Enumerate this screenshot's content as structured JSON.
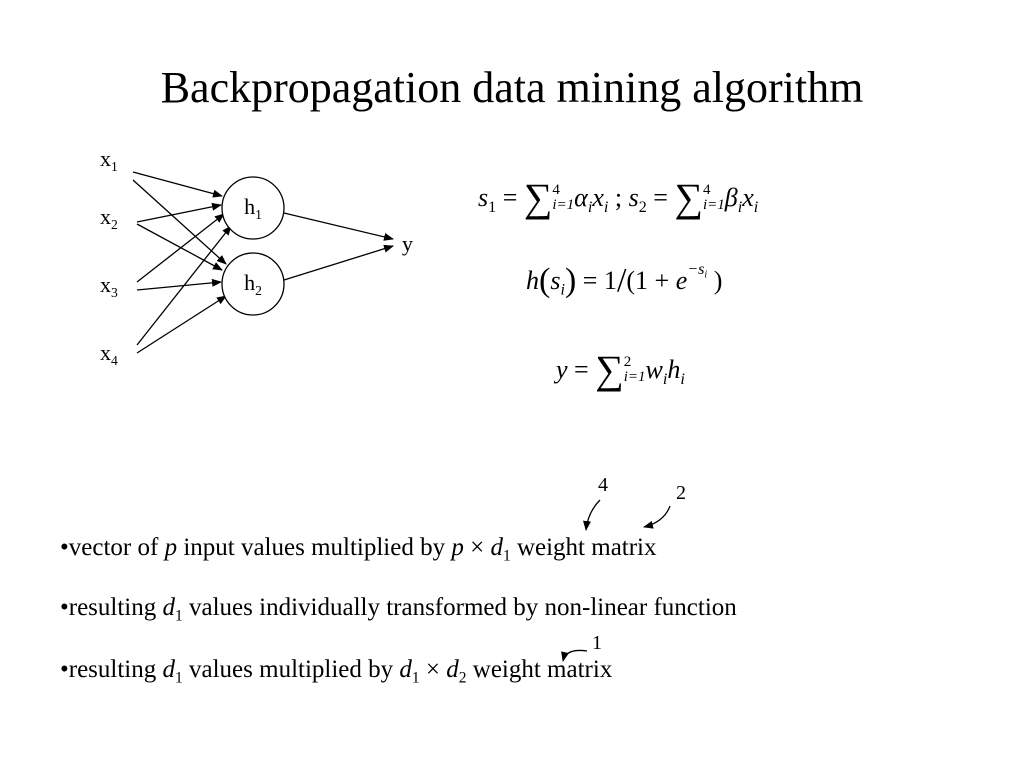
{
  "title": "Backpropagation data mining algorithm",
  "network": {
    "inputs": [
      "x",
      "x",
      "x",
      "x"
    ],
    "input_subs": [
      "1",
      "2",
      "3",
      "4"
    ],
    "hidden": [
      "h",
      "h"
    ],
    "hidden_subs": [
      "1",
      "2"
    ],
    "output": "y"
  },
  "equations": {
    "eq1": {
      "s": "s",
      "s1_sub": "1",
      "eq": " = ",
      "sum": "∑",
      "up4": "4",
      "low_i1": "i=1",
      "alpha": "α",
      "i": "i",
      "x": "x",
      "sep": " ; ",
      "s2_sub": "2",
      "beta": "β"
    },
    "eq2": {
      "h": "h",
      "lp": "(",
      "s": "s",
      "i": "i",
      "rp": ")",
      "eq": " = 1",
      "slash": "/",
      "open": "(1 + ",
      "e": "e",
      "exp": "−s",
      "close": " )"
    },
    "eq3": {
      "y": "y",
      "eq": " = ",
      "sum": "∑",
      "up2": "2",
      "low_i1": "i=1",
      "w": "w",
      "i": "i",
      "h": "h"
    }
  },
  "annotations": {
    "a4": "4",
    "a2": "2",
    "a1": "1"
  },
  "bullets": [
    {
      "dot": "•",
      "t1": "vector of ",
      "p": "p",
      "t2": " input values multiplied by ",
      "p2": "p",
      "times": " × ",
      "d": "d",
      "d_sub": "1",
      "t3": " weight matrix"
    },
    {
      "dot": "•",
      "t1": "resulting ",
      "d": "d",
      "d_sub": "1",
      "t2": " values individually transformed by non-linear function"
    },
    {
      "dot": "•",
      "t1": "resulting ",
      "d": "d",
      "d_sub": "1",
      "t2": " values multiplied by ",
      "d2": "d",
      "d2_sub": "1",
      "times": " × ",
      "d3": "d",
      "d3_sub": "2",
      "t3": " weight matrix"
    }
  ]
}
